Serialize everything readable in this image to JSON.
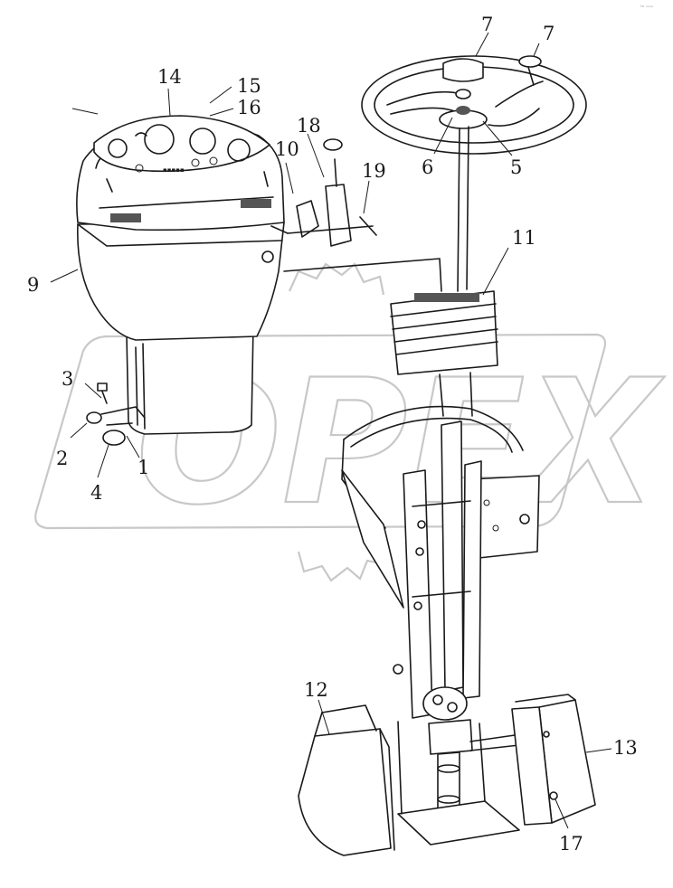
{
  "watermark": {
    "text": "OPEX"
  },
  "corner_mark": "ᴾᴰ ⁿᵒⁿᵉ",
  "labels": {
    "l1": "1",
    "l2": "2",
    "l3": "3",
    "l4": "4",
    "l5": "5",
    "l6": "6",
    "l7a": "7",
    "l7b": "7",
    "l9": "9",
    "l10": "10",
    "l11": "11",
    "l12": "12",
    "l13": "13",
    "l14": "14",
    "l15": "15",
    "l16": "16",
    "l17": "17",
    "l18": "18",
    "l19": "19"
  },
  "colors": {
    "line": "#1a1a1a",
    "watermark": "#c8c8c8",
    "background": "#ffffff"
  }
}
